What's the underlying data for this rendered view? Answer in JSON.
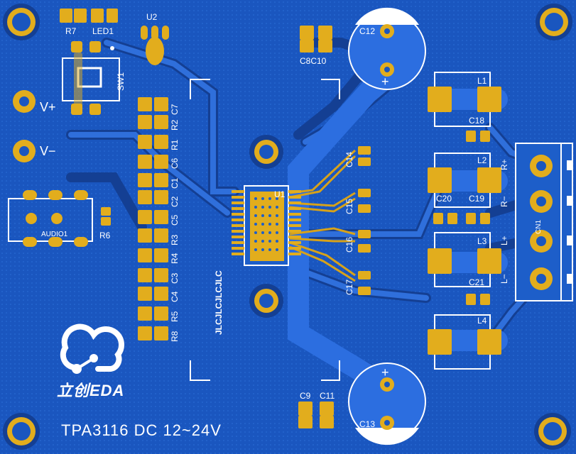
{
  "board": {
    "title": "TPA3116 DC 12~24V",
    "logo": "立创EDA",
    "silk_vertical_text": "JLCJLCJLCJLC",
    "colors": {
      "board": "#1d5ec9",
      "copper": "#2e7ae8",
      "pad": "#e2ad1d",
      "silk": "#ffffff",
      "trace": "#2f6fdb"
    }
  },
  "labels": {
    "r7": "R7",
    "led1": "LED1",
    "u2": "U2",
    "sw1": "SW1",
    "vplus": "V+",
    "vminus": "V−",
    "audio1": "AUDIO1",
    "r6": "R6",
    "u1": "U1",
    "c7": "C7",
    "r2": "R2",
    "r1": "R1",
    "c6": "C6",
    "c1": "C1",
    "c2": "C2",
    "c5": "C5",
    "r3": "R3",
    "c3": "C3",
    "r4": "R4",
    "c4": "C4",
    "r5": "R5",
    "r8": "R8",
    "c8c10": "C8C10",
    "c12": "C12",
    "c13": "C13",
    "c9": "C9",
    "c11": "C11",
    "c14": "C14",
    "c15": "C15",
    "c16": "C16",
    "c17": "C17",
    "l1": "L1",
    "l2": "L2",
    "l3": "L3",
    "l4": "L4",
    "c18": "C18",
    "c19": "C19",
    "c20": "C20",
    "c21": "C21",
    "rplus": "R+",
    "rminus": "R−",
    "lplus": "L+",
    "lminus": "L−",
    "cn1": "CN1",
    "plus1": "+",
    "plus2": "+"
  }
}
